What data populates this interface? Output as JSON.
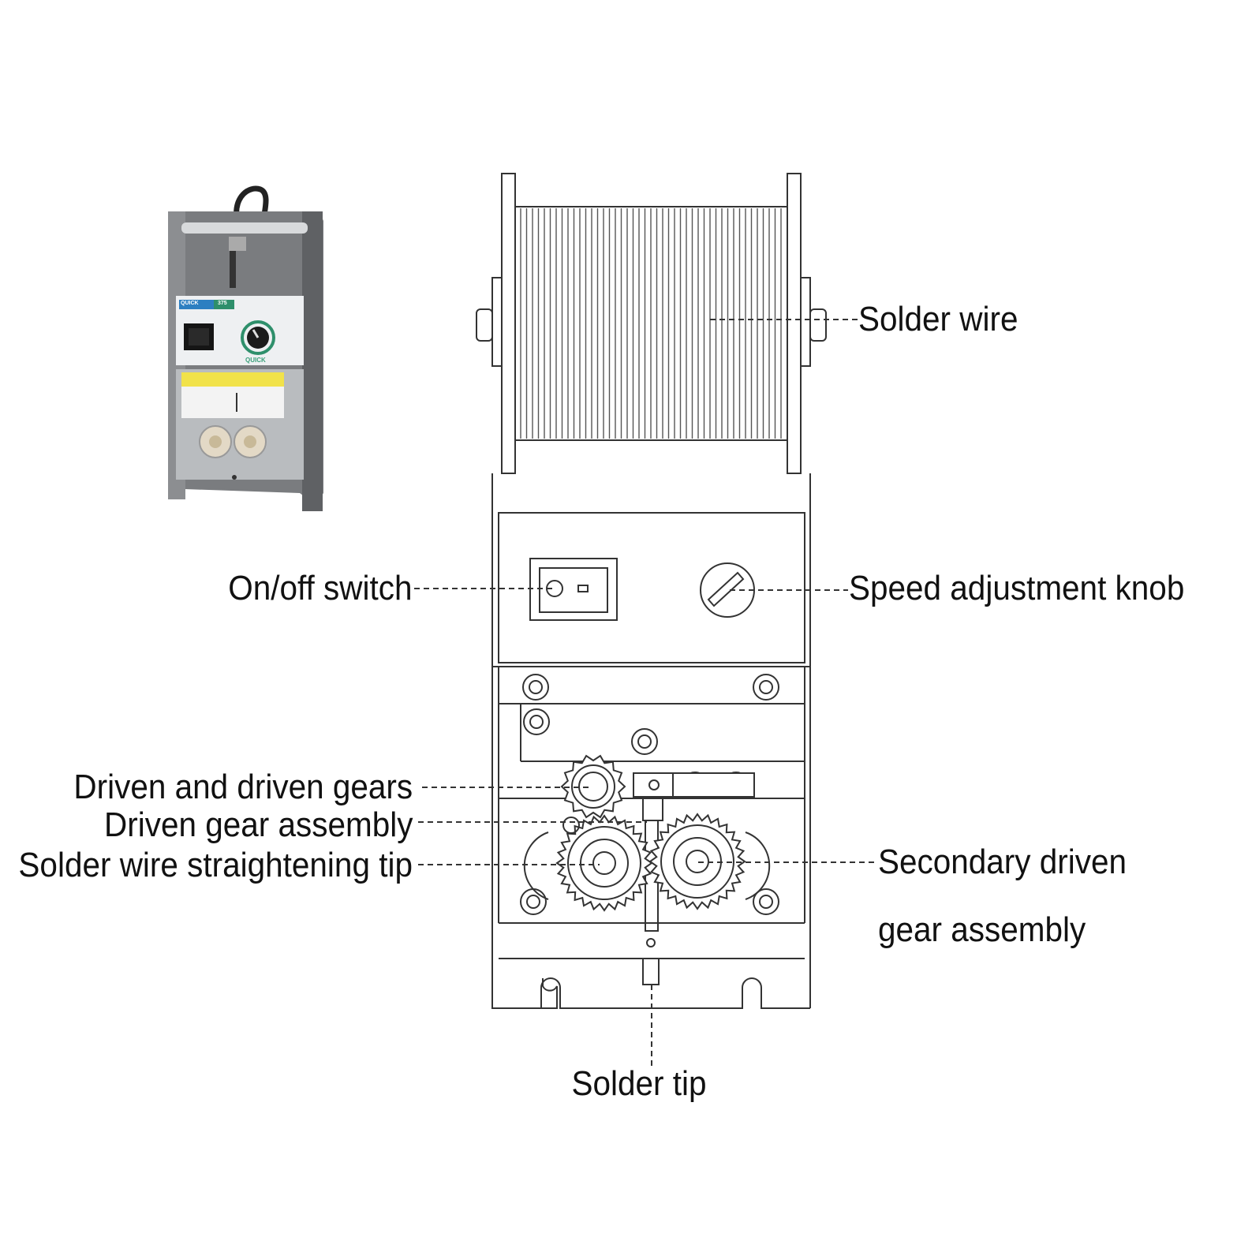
{
  "product_photo": {
    "brand_badge": "QUICK",
    "model_badge": "375",
    "brand_mark": "QUICK"
  },
  "labels": {
    "solder_wire": "Solder wire",
    "on_off_switch": "On/off switch",
    "speed_knob": "Speed adjustment knob",
    "driven_gears": "Driven and driven gears",
    "driven_gear_assembly": "Driven gear assembly",
    "straightening_tip": "Solder wire straightening tip",
    "secondary_line1": "Secondary driven",
    "secondary_line2": "gear assembly",
    "solder_tip": "Solder tip"
  },
  "colors": {
    "line": "#333333",
    "photo_body": "#6b6d70",
    "panel": "#e9ebee",
    "accent": "#2e8f6b"
  }
}
